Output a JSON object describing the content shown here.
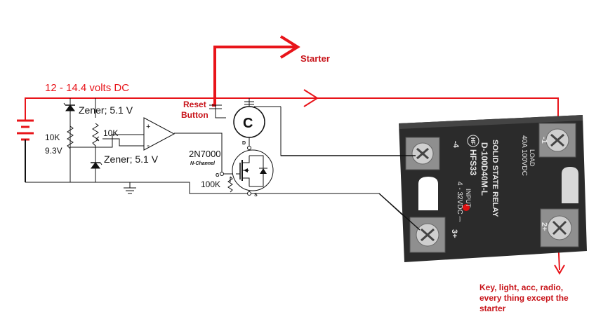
{
  "supply_label": "12 - 14.4 volts DC",
  "starter_label": "Starter",
  "reset_button_label": [
    "Reset",
    "Button"
  ],
  "zener_top_label": "Zener; 5.1 V",
  "zener_bottom_label": "Zener; 5.1 V",
  "r_divider_label": "10K",
  "r_divider_voltage": "9.3V",
  "r_pot_label": "10K",
  "opamp_plus": "+",
  "opamp_minus": "-",
  "mosfet_part": "2N7000",
  "mosfet_type": "N-Channel",
  "mosfet_pins": {
    "drain": "D",
    "gate": "G",
    "source": "S"
  },
  "gate_resistor_label": "100K",
  "capacitor_label": "C",
  "relay": {
    "brand_logo_text": "HF",
    "model": "HFS33",
    "part": "D-100D40M-L",
    "type": "SOLID STATE RELAY",
    "load_rating": "40A  100VDC",
    "load_label": "LOAD",
    "input_label": "INPUT",
    "input_range": "4 - 32VDC ⎓",
    "terminal_minus_one": "-1",
    "terminal_minus_four": "-4",
    "terminal_plus_two": "2+",
    "terminal_plus_three": "3+"
  },
  "load_note": [
    "Key, light, acc, radio,",
    "every thing except the",
    "starter"
  ],
  "colors": {
    "red_wire": "#e8141a",
    "black_wire": "#111111",
    "relay_body": "#2b2b2b",
    "relay_text": "#e6e6e6",
    "terminal_metal": "#9a9a9a",
    "led": "#e01010"
  }
}
